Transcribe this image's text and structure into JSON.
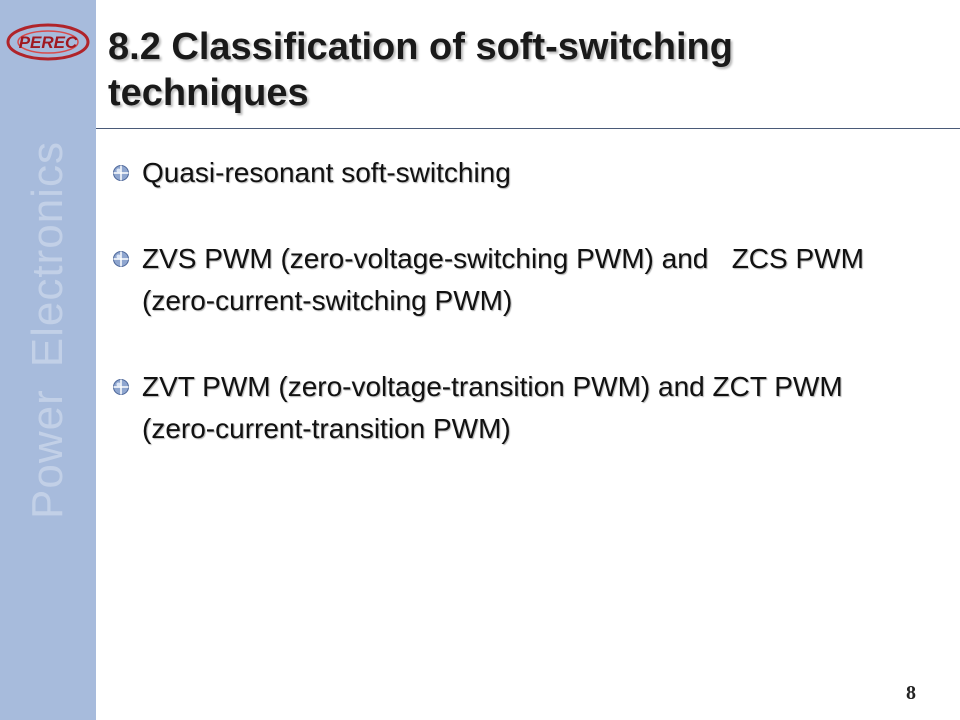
{
  "sidebar": {
    "text_word1": "Power",
    "text_word2": "Electronics",
    "color": "#a7bbdc",
    "text_color": "#c2d0e7"
  },
  "logo": {
    "text": "PEREC"
  },
  "slide": {
    "title": "8.2 Classification of soft-switching techniques",
    "bullets": [
      {
        "text": "Quasi-resonant soft-switching"
      },
      {
        "text": "ZVS PWM (zero-voltage-switching PWM) and   ZCS PWM (zero-current-switching PWM)"
      },
      {
        "text": "ZVT PWM (zero-voltage-transition PWM) and ZCT PWM (zero-current-transition PWM)"
      }
    ],
    "page_number": "8"
  }
}
